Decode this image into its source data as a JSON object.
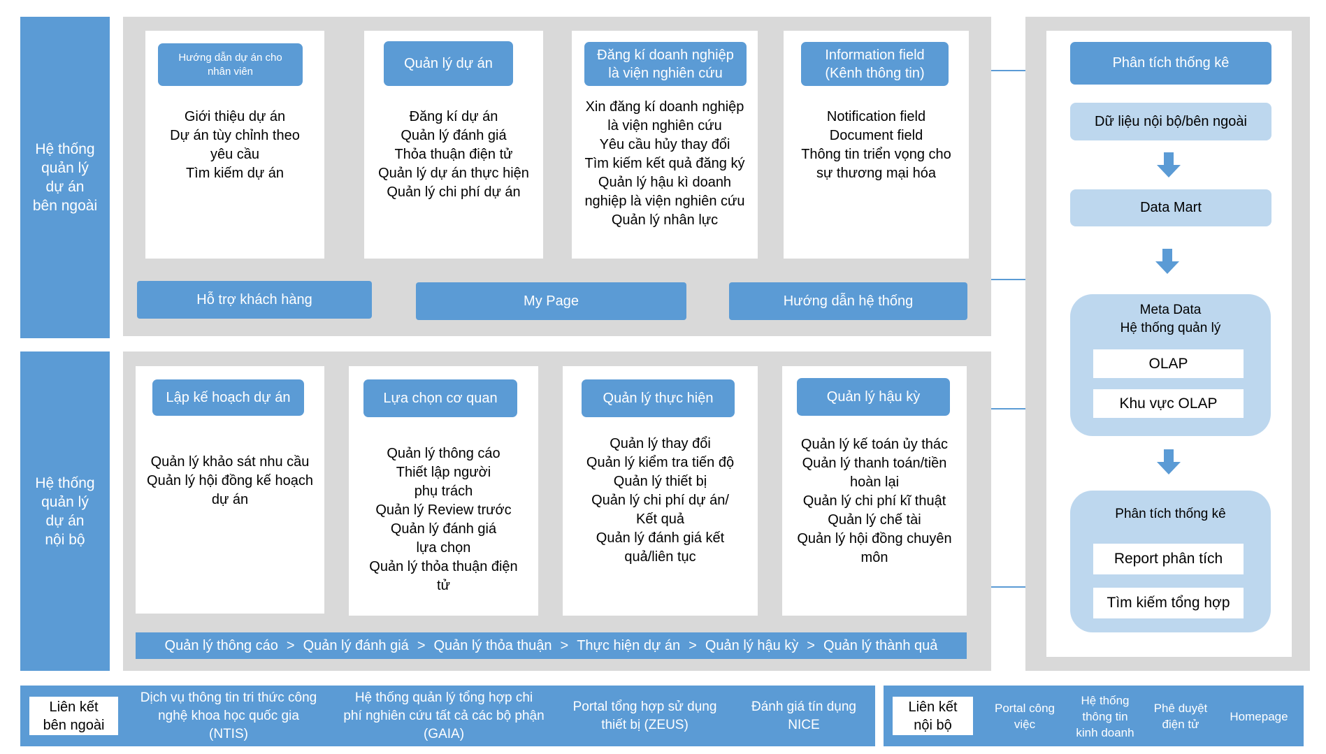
{
  "external_system": {
    "side_label": "Hệ thống\nquản lý\ndự án\nbên ngoài",
    "cards": [
      {
        "title": "Hướng dẫn dự án cho\nnhân viên",
        "items": [
          "Giới thiệu dự án",
          "Dự án tùy chỉnh theo",
          "yêu cầu",
          "Tìm kiếm dự án"
        ]
      },
      {
        "title": "Quản lý dự án",
        "items": [
          "Đăng kí dự án",
          "Quản lý đánh giá",
          "Thỏa thuận điện tử",
          "Quản lý dự án thực hiện",
          "Quản lý chi phí dự án"
        ]
      },
      {
        "title": "Đăng kí doanh nghiệp\nlà viện nghiên cứu",
        "items": [
          "Xin đăng kí doanh nghiệp",
          "là viện nghiên cứu",
          "Yêu cầu hủy thay đổi",
          "Tìm kiếm kết quả đăng ký",
          "Quản lý hậu kì doanh",
          "nghiệp là viện nghiên cứu",
          "Quản lý nhân lực"
        ]
      },
      {
        "title": "Information field\n(Kênh thông tin)",
        "items": [
          "Notification field",
          "Document field",
          "Thông tin triển vọng cho",
          "sự thương mại hóa"
        ]
      }
    ],
    "bottom_buttons": [
      "Hỗ trợ khách hàng",
      "My Page",
      "Hướng dẫn hệ thống"
    ]
  },
  "internal_system": {
    "side_label": "Hệ thống\nquản lý\ndự án\nnội bộ",
    "cards": [
      {
        "title": "Lập kế hoạch dự án",
        "items": [
          "Quản lý khảo sát nhu cầu",
          "Quản lý hội đồng kế hoạch",
          "dự án"
        ]
      },
      {
        "title": "Lựa chọn cơ quan",
        "items": [
          "Quản lý thông cáo",
          "Thiết lập người",
          "phụ trách",
          "Quản lý Review trước",
          "Quản lý đánh giá",
          "lựa chọn",
          "Quản lý thỏa thuận điện",
          "tử"
        ]
      },
      {
        "title": "Quản lý thực hiện",
        "items": [
          "Quản lý thay đổi",
          "Quản lý kiểm tra tiến độ",
          "Quản lý thiết bị",
          "Quản lý chi phí dự án/",
          "Kết quả",
          "Quản lý đánh giá kết",
          "quả/liên tục"
        ]
      },
      {
        "title": "Quản lý hậu kỳ",
        "items": [
          "Quản lý kế toán ủy thác",
          "Quản lý thanh toán/tiền",
          "hoàn lại",
          "Quản lý chi phí kĩ thuật",
          "Quản lý chế tài",
          "Quản lý hội đồng chuyên",
          "môn"
        ]
      }
    ],
    "process_bar": {
      "steps": [
        "Quản lý thông cáo",
        "Quản lý đánh giá",
        "Quản lý thỏa thuận",
        "Thực hiện dự án",
        "Quản lý hậu kỳ",
        "Quản lý thành quả"
      ],
      "separator": ">"
    }
  },
  "analytics": {
    "header": "Phân tích thống kê",
    "data_source": "Dữ liệu nội bộ/bên ngoài",
    "data_mart": "Data Mart",
    "meta_data": {
      "title": "Meta Data\nHệ thống quản lý",
      "items": [
        "OLAP",
        "Khu vực OLAP"
      ]
    },
    "stats": {
      "title": "Phân tích thống kê",
      "items": [
        "Report phân tích",
        "Tìm kiếm tổng hợp"
      ]
    },
    "arrow_icon": "down-arrow-icon"
  },
  "footer_external": {
    "label": "Liên kết\nbên ngoài",
    "items": [
      "Dịch vụ thông tin tri thức công\nnghệ khoa học quốc gia\n(NTIS)",
      "Hệ thống quản lý tổng hợp chi\nphí nghiên cứu tất cả các bộ phận\n(GAIA)",
      "Portal tổng hợp sử dụng\nthiết bị (ZEUS)",
      "Đánh giá tín dụng\nNICE"
    ]
  },
  "footer_internal": {
    "label": "Liên kết\nnội bộ",
    "items": [
      "Portal công\nviệc",
      "Hệ thống\nthông tin\nkinh doanh",
      "Phê duyệt\nđiện tử",
      "Homepage"
    ]
  },
  "colors": {
    "accent": "#5b9bd5",
    "light_accent": "#bdd7ee",
    "panel": "#d9d9d9"
  }
}
